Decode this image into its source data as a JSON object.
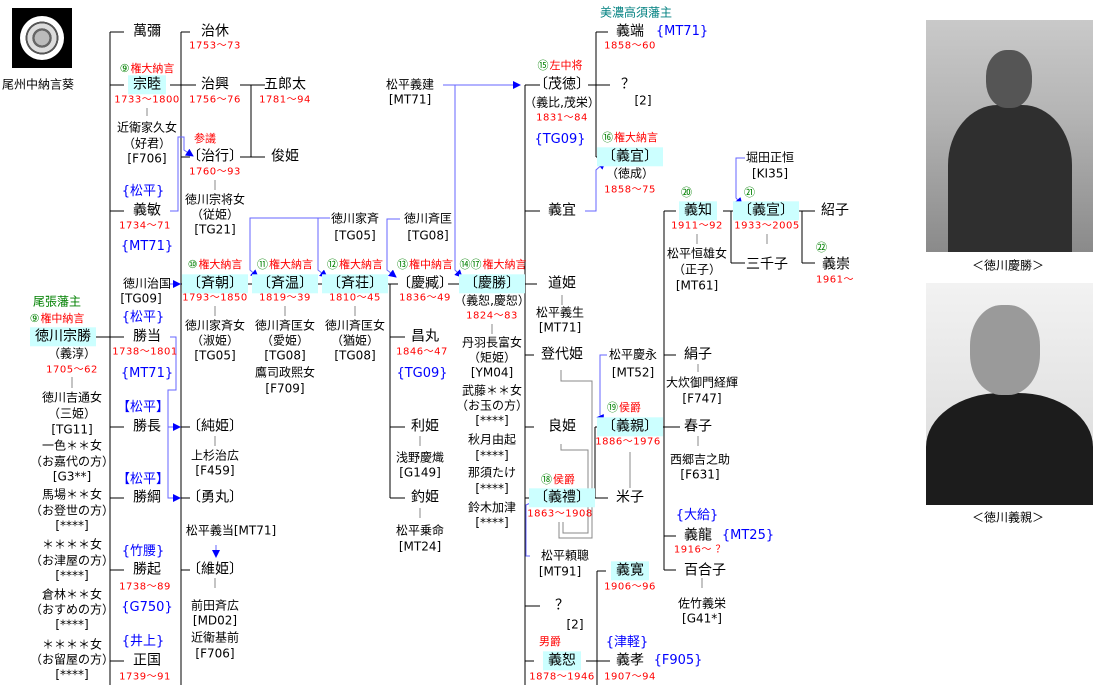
{
  "crest_caption": "尾州中納言葵",
  "colors": {
    "highlight": "#ccffff",
    "date": "#ff0000",
    "arrow": "#0000ff",
    "rank_number": "#008000"
  },
  "photos": [
    {
      "caption": "＜徳川慶勝＞"
    },
    {
      "caption": "＜徳川義親＞"
    }
  ],
  "labels": {
    "owari_lord": "尾張藩主",
    "r_munekatsu": {
      "num": "⑨",
      "title": "権中納言"
    },
    "munekatsu": "徳川宗勝",
    "munekatsu_alt": "（義淳）",
    "munekatsu_d": "1705～62",
    "w1": "徳川吉通女",
    "w1b": "（三姫）",
    "w1c": "[TG11]",
    "w2": "一色＊＊女",
    "w2b": "（お嘉代の方）",
    "w2c": "[G3**]",
    "w3": "馬場＊＊女",
    "w3b": "（お登世の方）",
    "w3c": "[****]",
    "w4": "＊＊＊＊女",
    "w4b": "（お津屋の方）",
    "w4c": "[****]",
    "w5": "倉林＊＊女",
    "w5b": "（おすめの方）",
    "w5c": "[****]",
    "w6": "＊＊＊＊女",
    "w6b": "（お留屋の方）",
    "w6c": "[****]",
    "mansai": "萬彌",
    "r_munechika": {
      "num": "⑨",
      "title": "権大納言"
    },
    "munechika": "宗睦",
    "munechika_d": "1733～1800",
    "munechika_w": "近衛家久女",
    "munechika_w2": "（好君）",
    "munechika_w3": "[F706]",
    "yoshitoshi_f": "{松平}",
    "yoshitoshi": "義敏",
    "yoshitoshi_d": "1734～71",
    "yoshitoshi_c": "{MT71}",
    "harukuni": "徳川治国",
    "harukuni_c": "[TG09]",
    "katsumasa_f": "{松平}",
    "katsumasa": "勝当",
    "katsumasa_d": "1738～1801",
    "katsumasa_c": "{MT71}",
    "katsunaga_f": "【松平】",
    "katsunaga": "勝長",
    "katsutsuna_f": "【松平】",
    "katsutsuna": "勝綱",
    "katsuoki_f": "{竹腰}",
    "katsuoki": "勝起",
    "katsuoki_d": "1738～89",
    "katsuoki_c": "{G750}",
    "masakuni_f": "{井上}",
    "masakuni": "正国",
    "masakuni_d": "1739～91",
    "haruyoshi": "治休",
    "haruyoshi_d": "1753～73",
    "haruoki": "治興",
    "haruoki_d": "1756～76",
    "r_haruyuki": "参議",
    "haruyuki": "〔治行〕",
    "haruyuki_d": "1760～93",
    "haruyuki_w": "徳川宗将女",
    "haruyuki_w2": "（従姫）",
    "haruyuki_w3": "[TG21]",
    "r_naritomo": {
      "num": "⑩",
      "title": "権大納言"
    },
    "naritomo": "〔斉朝〕",
    "naritomo_d": "1793～1850",
    "naritomo_w": "徳川家斉女",
    "naritomo_w2": "（淑姫）",
    "naritomo_w3": "[TG05]",
    "junhime": "〔純姫〕",
    "junhime_h": "上杉治広",
    "junhime_c": "[F459]",
    "isamimaru": "〔勇丸〕",
    "yoshimasa_mt": "松平義当[MT71]",
    "korehime": "〔維姫〕",
    "korehime_h": "前田斉広",
    "korehime_c": "[MD02]",
    "korehime_h2": "近衛基前",
    "korehime_c2": "[F706]",
    "gorota": "五郎太",
    "gorota_d": "1781～94",
    "toshihime": "俊姫",
    "r_naoharu": {
      "num": "⑪",
      "title": "権大納言"
    },
    "naoharu": "〔斉温〕",
    "naoharu_d": "1819～39",
    "naoharu_w": "徳川斉匡女",
    "naoharu_w2": "（愛姫）",
    "naoharu_w3": "[TG08]",
    "naoharu_w4": "鷹司政熙女",
    "naoharu_w5": "[F709]",
    "ienari": "徳川家斉",
    "ienari_c": "[TG05]",
    "r_narotaka": {
      "num": "⑫",
      "title": "権大納言"
    },
    "naritaka": "〔斉荘〕",
    "naritaka_d": "1810～45",
    "naritaka_w": "徳川斉匡女",
    "naritaka_w2": "（猶姫）",
    "naritaka_w3": "[TG08]",
    "narimasa": "徳川斉匡",
    "narimasa_c": "[TG08]",
    "r_yoshitsugu": {
      "num": "⑬",
      "title": "権中納言"
    },
    "yoshitsugu": "〔慶臧〕",
    "yoshitsugu_d": "1836～49",
    "masamaru": "昌丸",
    "masamaru_d": "1846～47",
    "masamaru_c": "{TG09}",
    "toshihime2": "利姫",
    "toshihime2_h": "浅野慶熾",
    "toshihime2_c": "[G149]",
    "tsurihime": "釣姫",
    "tsurihime_h": "松平乗命",
    "tsurihime_c": "[MT24]",
    "yoshitatsu": "松平義建",
    "yoshitatsu_c": "[MT71]",
    "r_yoshikatsu": {
      "num": "⑭⑰",
      "title": "権大納言"
    },
    "yoshikatsu": "〔慶勝〕",
    "yoshikatsu_alt": "（義恕,慶恕）",
    "yoshikatsu_d": "1824～83",
    "yk_w1": "丹羽長富女",
    "yk_w1b": "（矩姫）",
    "yk_w1c": "[YM04]",
    "yk_w2": "武藤＊＊女",
    "yk_w2b": "（お玉の方）",
    "yk_w2c": "[****]",
    "yk_w3": "秋月由起",
    "yk_w3c": "[****]",
    "yk_w4": "那須たけ",
    "yk_w4c": "[****]",
    "yk_w5": "鈴木加津",
    "yk_w5c": "[****]",
    "r_mochinaga": {
      "num": "⑮",
      "title": "左中将"
    },
    "mochinaga": "〔茂徳〕",
    "mochinaga_alt": "（義比,茂栄）",
    "mochinaga_d": "1831～84",
    "mochinaga_c": "{TG09}",
    "yoshinori_a": "義宜",
    "michihime": "道姫",
    "michihime_h": "松平義生",
    "michihime_c": "[MT71]",
    "toyohime": "登代姫",
    "yoshihime": "良姫",
    "r_yoshiakira": {
      "num": "⑱",
      "title": "侯爵"
    },
    "yoshiakira": "〔義禮〕",
    "yoshiakira_d": "1863～1908",
    "yoritoshi": "松平頼聰",
    "yoritoshi_c": "[MT91]",
    "unknown2": "？",
    "unknown2_c": "[2]",
    "r_yoshiyuki": "男爵",
    "yoshiyuki": "義恕",
    "yoshiyuki_d": "1878～1946",
    "takasu_lord": "美濃高須藩主",
    "yoshimasa": "義端",
    "yoshimasa_c": "{MT71}",
    "yoshimasa_d": "1858～60",
    "unknown1": "？",
    "unknown1_c": "[2]",
    "r_yoshinori": {
      "num": "⑯",
      "title": "権大納言"
    },
    "yoshinori": "〔義宜〕",
    "yoshinori_alt": "（徳成）",
    "yoshinori_d": "1858～75",
    "yoshinaga": "松平慶永",
    "yoshinaga_c": "[MT52]",
    "r_yoshichika": {
      "num": "⑲",
      "title": "侯爵"
    },
    "yoshichika": "〔義親〕",
    "yoshichika_d": "1886～1976",
    "yoneko": "米子",
    "yoshihiro": "義寛",
    "yoshihiro_d": "1906～96",
    "yoshitaka_f": "{津軽}",
    "yoshitaka": "義孝",
    "yoshitaka_c": "{F905}",
    "yoshitaka_d": "1907～94",
    "r_yoshitomo": {
      "num": "⑳",
      "title": ""
    },
    "yoshitomo": "義知",
    "yoshitomo_d": "1911～92",
    "yoshitomo_w": "松平恒雄女",
    "yoshitomo_w2": "（正子）",
    "yoshitomo_w3": "[MT61]",
    "kinuko": "絹子",
    "kinuko_h": "大炊御門経輝",
    "kinuko_c": "[F747]",
    "haruko": "春子",
    "haruko_h": "西郷吉之助",
    "haruko_c": "[F631]",
    "yoshitatsu2_f": "{大給}",
    "yoshitatsu2": "義龍",
    "yoshitatsu2_c": "{MT25}",
    "yoshitatsu2_d": "1916～ ？",
    "yuriko": "百合子",
    "yuriko_h": "佐竹義栄",
    "yuriko_c": "[G41*]",
    "masatsune": "堀田正恒",
    "masatsune_c": "[KI35]",
    "r_yoshinobu": {
      "num": "㉑",
      "title": ""
    },
    "yoshinobu": "〔義宣〕",
    "yoshinobu_d": "1933～2005",
    "michiko": "三千子",
    "tsuguko": "紹子",
    "r_yoshitaka2": {
      "num": "㉒",
      "title": ""
    },
    "yoshitaka2": "義崇",
    "yoshitaka2_d": "1961～"
  }
}
